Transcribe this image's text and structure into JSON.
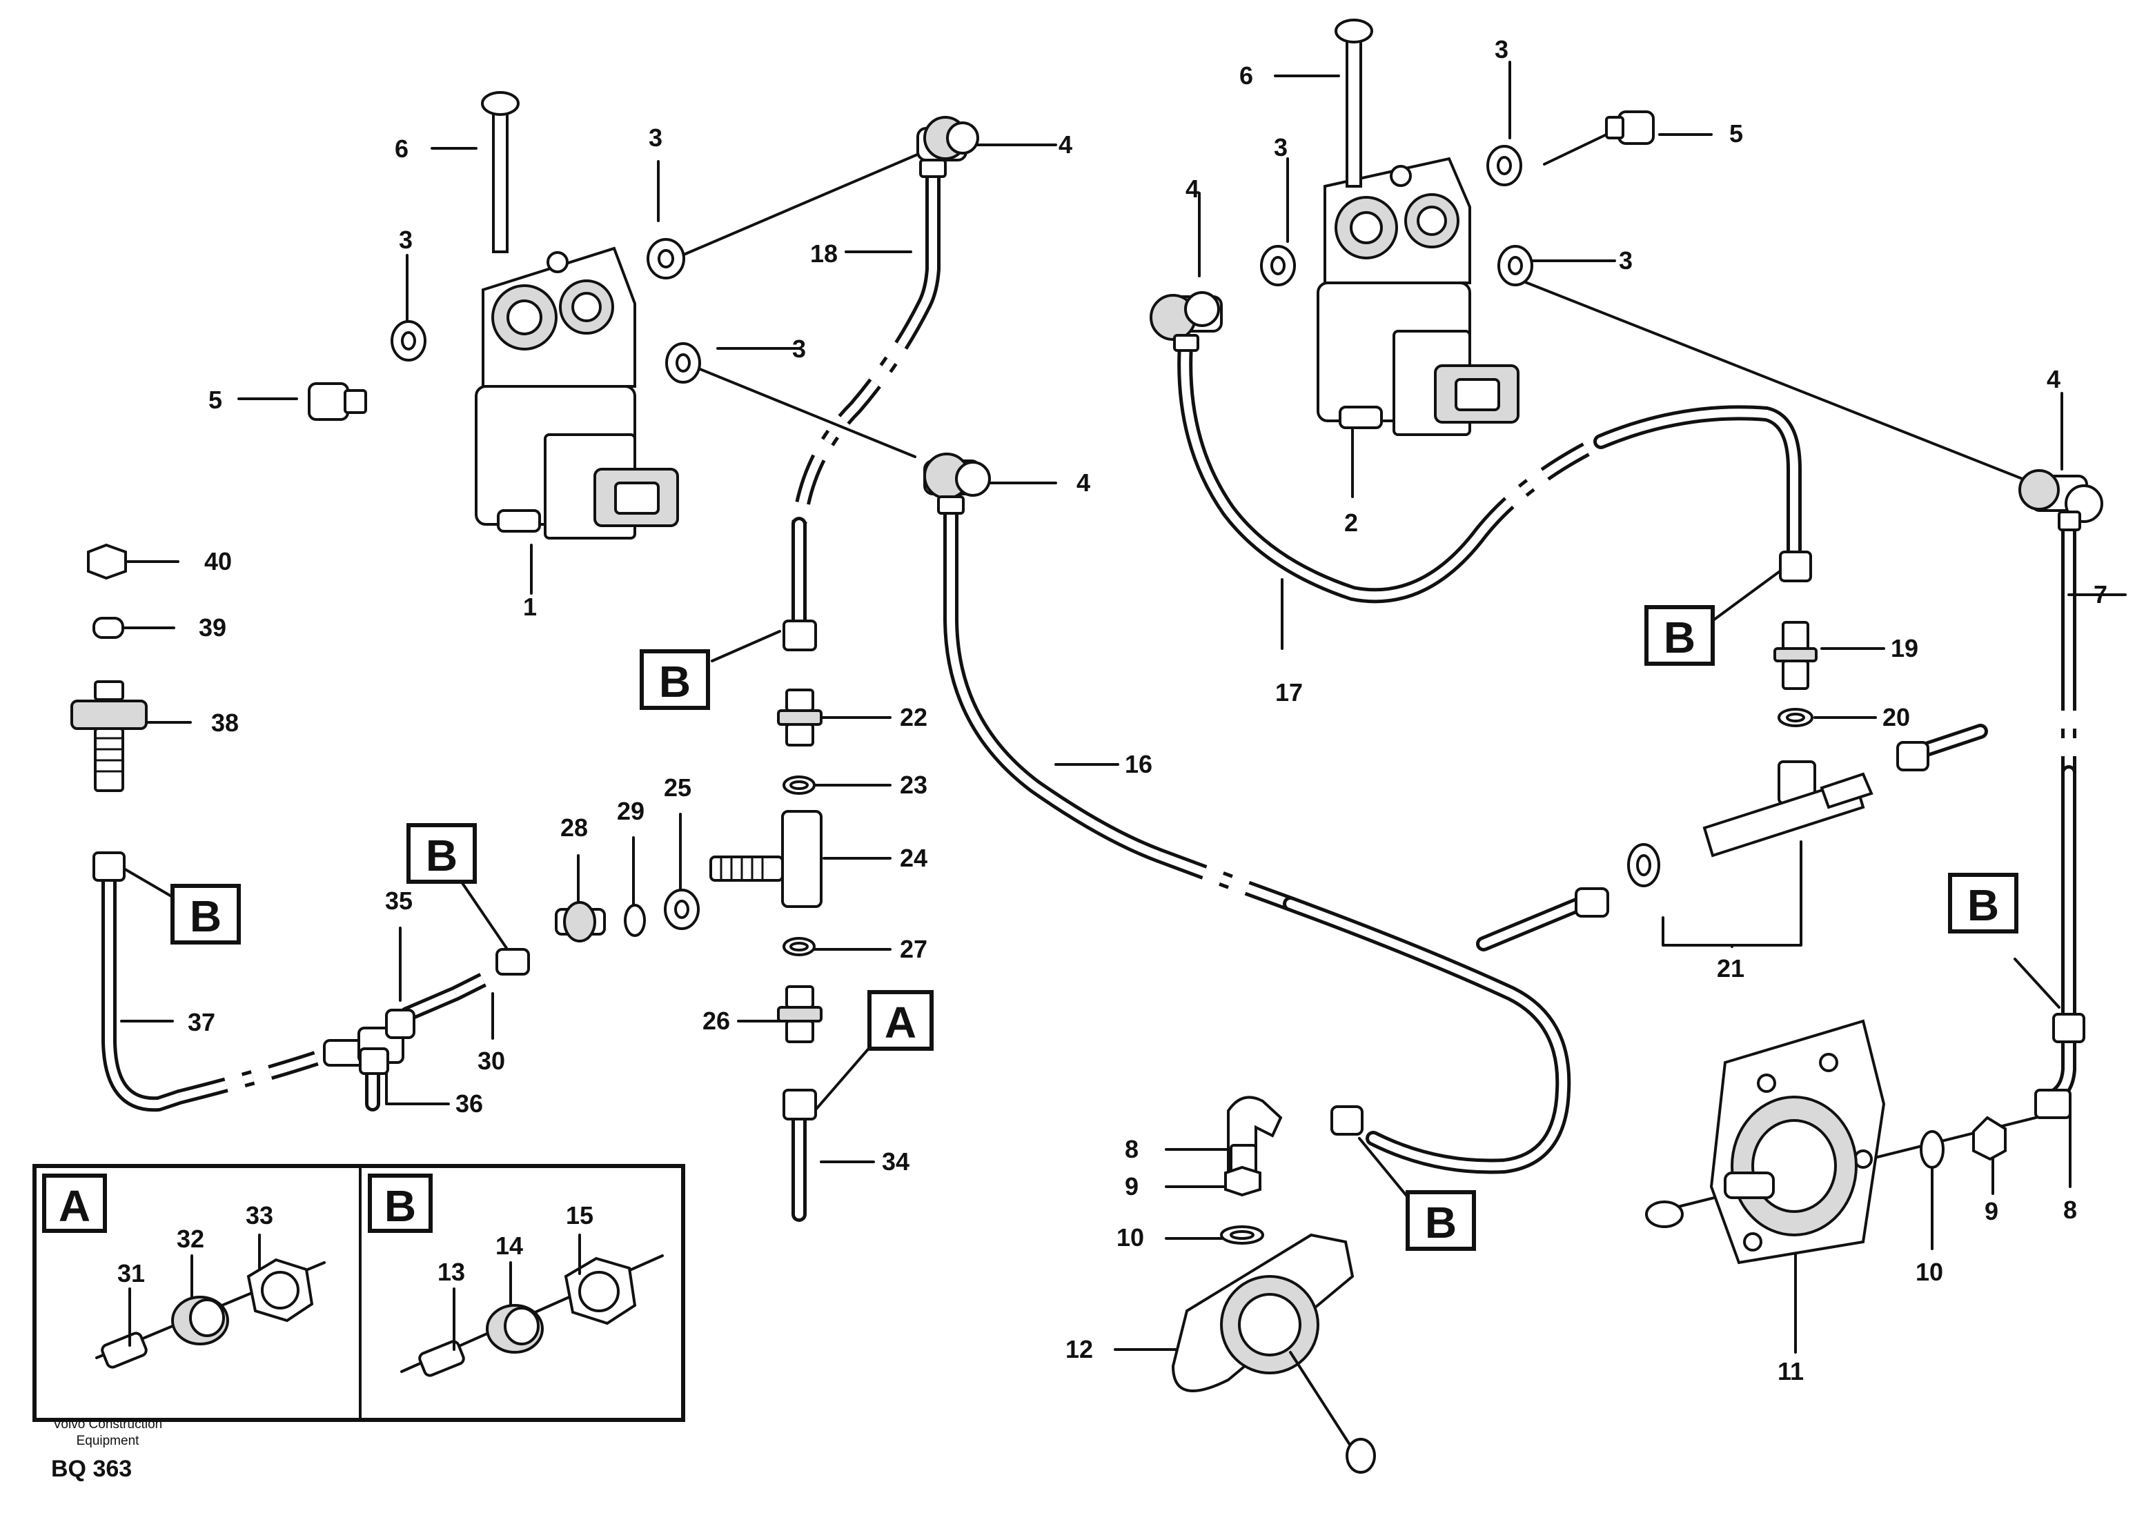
{
  "footer": {
    "company_line1": "Volvo Construction",
    "company_line2": "Equipment",
    "drawing_code": "BQ 363"
  },
  "insets": [
    {
      "letter": "A",
      "parts": [
        "31",
        "32",
        "33"
      ]
    },
    {
      "letter": "B",
      "parts": [
        "13",
        "14",
        "15"
      ]
    }
  ],
  "view_markers": [
    "A",
    "B"
  ],
  "part_numbers": [
    "1",
    "2",
    "3",
    "4",
    "5",
    "6",
    "7",
    "8",
    "9",
    "10",
    "11",
    "12",
    "13",
    "14",
    "15",
    "16",
    "17",
    "18",
    "19",
    "20",
    "21",
    "22",
    "23",
    "24",
    "25",
    "26",
    "27",
    "28",
    "29",
    "30",
    "31",
    "32",
    "33",
    "34",
    "35",
    "36",
    "37",
    "38",
    "39",
    "40"
  ]
}
